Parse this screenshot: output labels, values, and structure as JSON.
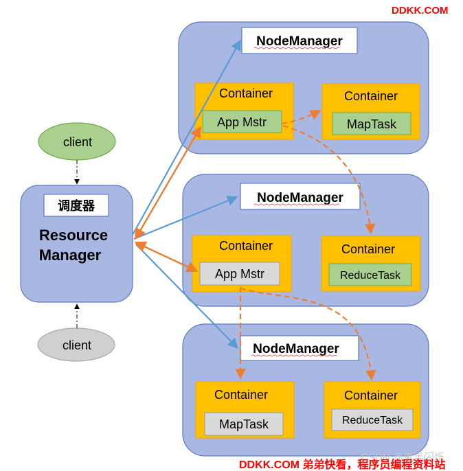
{
  "watermark_top": "DDKK.COM",
  "watermark_bottom": "DDKK.COM 弟弟快看，程序员编程资料站",
  "csdn_mark": "CSDN @鬼半闪烁",
  "colors": {
    "node_fill": "#a9b8e2",
    "container_fill": "#ffc000",
    "task_green": "#a9d08e",
    "task_gray": "#d9d9d9",
    "arrow_blue": "#5b9bd5",
    "arrow_orange": "#ed7d31",
    "watermark_red": "#ff0000"
  },
  "clients": {
    "top": "client",
    "bottom": "client"
  },
  "resource_manager": {
    "scheduler_label": "调度器",
    "line1": "Resource",
    "line2": "Manager"
  },
  "nodes": [
    {
      "title": "NodeManager",
      "containers": [
        {
          "label": "Container",
          "task": "App Mstr"
        },
        {
          "label": "Container",
          "task": "MapTask"
        }
      ]
    },
    {
      "title": "NodeManager",
      "containers": [
        {
          "label": "Container",
          "task": "App Mstr"
        },
        {
          "label": "Container",
          "task": "ReduceTask"
        }
      ]
    },
    {
      "title": "NodeManager",
      "containers": [
        {
          "label": "Container",
          "task": "MapTask"
        },
        {
          "label": "Container",
          "task": "ReduceTask"
        }
      ]
    }
  ]
}
